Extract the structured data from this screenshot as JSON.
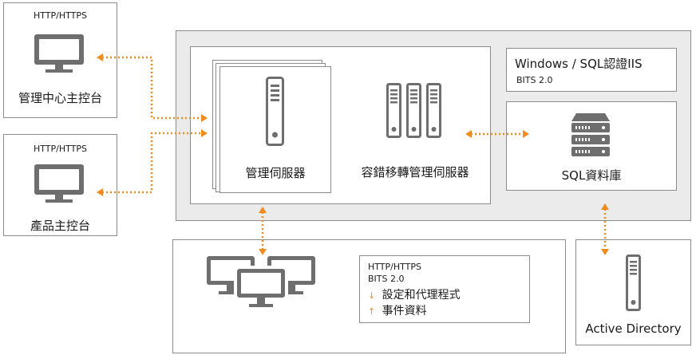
{
  "mgmt_console": {
    "protocol": "HTTP/HTTPS",
    "label": "管理中心主控台"
  },
  "product_console": {
    "protocol": "HTTP/HTTPS",
    "label": "產品主控台"
  },
  "management_server": {
    "label": "管理伺服器"
  },
  "relay_server": {
    "label": "容錯移轉管理伺服器"
  },
  "auth": {
    "title": "Windows / SQL認證IIS",
    "sub": "BITS 2.0"
  },
  "database": {
    "label": "SQL資料庫"
  },
  "agents": {
    "protocol": "HTTP/HTTPS",
    "bits": "BITS 2.0",
    "down_arrow": "↓",
    "down_label": "設定和代理程式",
    "up_arrow": "↑",
    "up_label": "事件資料"
  },
  "active_directory": {
    "label": "Active Directory"
  },
  "colors": {
    "accent": "#f08c1e",
    "icon": "#6e6e6e",
    "panel": "#ebebeb",
    "border": "#8c8c8c"
  }
}
